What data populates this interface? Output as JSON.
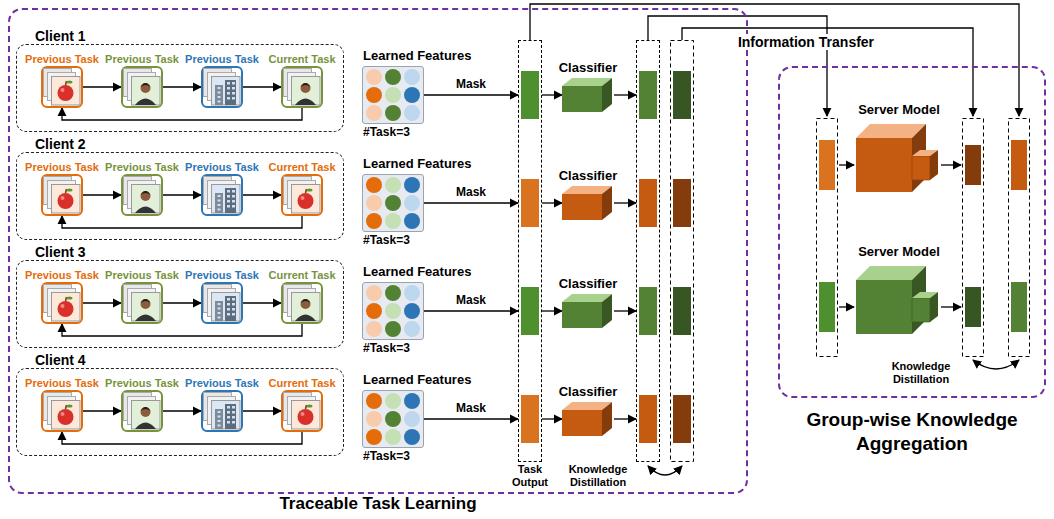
{
  "diagram": {
    "nodes": [
      {
        "text": [
          "Traceable Task Learning"
        ]
      },
      {
        "text": [
          "Group-wise Knowledge Aggregation"
        ]
      },
      {
        "text": [
          "Client 1"
        ],
        "in": 0
      },
      {
        "text": [
          "Previous Task"
        ],
        "in": 2
      },
      {
        "text": [
          "Previous Task"
        ],
        "in": 2
      },
      {
        "text": [
          "Previous Task"
        ],
        "in": 2
      },
      {
        "text": [
          "Current Task"
        ],
        "in": 2
      },
      {
        "text": [
          "Client 2"
        ],
        "in": 0
      },
      {
        "text": [
          "Previous Task"
        ],
        "in": 7
      },
      {
        "text": [
          "Previous Task"
        ],
        "in": 7
      },
      {
        "text": [
          "Previous Task"
        ],
        "in": 7
      },
      {
        "text": [
          "Current Task"
        ],
        "in": 7
      },
      {
        "text": [
          "Client 3"
        ],
        "in": 0
      },
      {
        "text": [
          "Previous Task"
        ],
        "in": 12
      },
      {
        "text": [
          "Previous Task"
        ],
        "in": 12
      },
      {
        "text": [
          "Previous Task"
        ],
        "in": 12
      },
      {
        "text": [
          "Current Task"
        ],
        "in": 12
      },
      {
        "text": [
          "Client 4"
        ],
        "in": 0
      },
      {
        "text": [
          "Previous Task"
        ],
        "in": 17
      },
      {
        "text": [
          "Previous Task"
        ],
        "in": 17
      },
      {
        "text": [
          "Previous Task"
        ],
        "in": 17
      },
      {
        "text": [
          "Current Task"
        ],
        "in": 17
      },
      {
        "text": [
          "Learned Features",
          "#Task=3"
        ],
        "in": 0
      },
      {
        "text": [
          "Learned Features",
          "#Task=3"
        ],
        "in": 0
      },
      {
        "text": [
          "Learned Features",
          "#Task=3"
        ],
        "in": 0
      },
      {
        "text": [
          "Learned Features",
          "#Task=3"
        ],
        "in": 0
      },
      {
        "text": [
          "Task Output"
        ],
        "in": 0
      },
      {
        "text": [
          "Classifier"
        ],
        "in": 0
      },
      {
        "text": [
          "Classifier"
        ],
        "in": 0
      },
      {
        "text": [
          "Classifier"
        ],
        "in": 0
      },
      {
        "text": [
          "Classifier"
        ],
        "in": 0
      },
      {
        "text": [
          "Knowledge Distillation"
        ],
        "in": 0
      },
      {
        "text": [
          "Server Model"
        ],
        "in": 1
      },
      {
        "text": [
          "Server Model"
        ],
        "in": 1
      }
    ],
    "edges": [
      {
        "from": 3,
        "to": 4,
        "arrow": "to"
      },
      {
        "from": 4,
        "to": 5,
        "arrow": "to"
      },
      {
        "from": 5,
        "to": 6,
        "arrow": "to"
      },
      {
        "from": 6,
        "to": 3,
        "arrow": "to"
      },
      {
        "from": 8,
        "to": 9,
        "arrow": "to"
      },
      {
        "from": 9,
        "to": 10,
        "arrow": "to"
      },
      {
        "from": 10,
        "to": 11,
        "arrow": "to"
      },
      {
        "from": 11,
        "to": 8,
        "arrow": "to"
      },
      {
        "from": 13,
        "to": 14,
        "arrow": "to"
      },
      {
        "from": 14,
        "to": 15,
        "arrow": "to"
      },
      {
        "from": 15,
        "to": 16,
        "arrow": "to"
      },
      {
        "from": 16,
        "to": 13,
        "arrow": "to"
      },
      {
        "from": 18,
        "to": 19,
        "arrow": "to"
      },
      {
        "from": 19,
        "to": 20,
        "arrow": "to"
      },
      {
        "from": 20,
        "to": 21,
        "arrow": "to"
      },
      {
        "from": 21,
        "to": 18,
        "arrow": "to"
      },
      {
        "from": 22,
        "to": 26,
        "label": "Mask",
        "arrow": "to"
      },
      {
        "from": 23,
        "to": 26,
        "label": "Mask",
        "arrow": "to"
      },
      {
        "from": 24,
        "to": 26,
        "label": "Mask",
        "arrow": "to"
      },
      {
        "from": 25,
        "to": 26,
        "label": "Mask",
        "arrow": "to"
      },
      {
        "from": 26,
        "to": 27,
        "arrow": "to"
      },
      {
        "from": 26,
        "to": 28,
        "arrow": "to"
      },
      {
        "from": 26,
        "to": 29,
        "arrow": "to"
      },
      {
        "from": 26,
        "to": 30,
        "arrow": "to"
      },
      {
        "from": 27,
        "to": 31,
        "arrow": "to"
      },
      {
        "from": 28,
        "to": 31,
        "arrow": "to"
      },
      {
        "from": 29,
        "to": 31,
        "arrow": "to"
      },
      {
        "from": 30,
        "to": 31,
        "arrow": "to"
      }
    ],
    "labels": [
      "Information Transfer",
      "Knowledge Distillation"
    ]
  }
}
